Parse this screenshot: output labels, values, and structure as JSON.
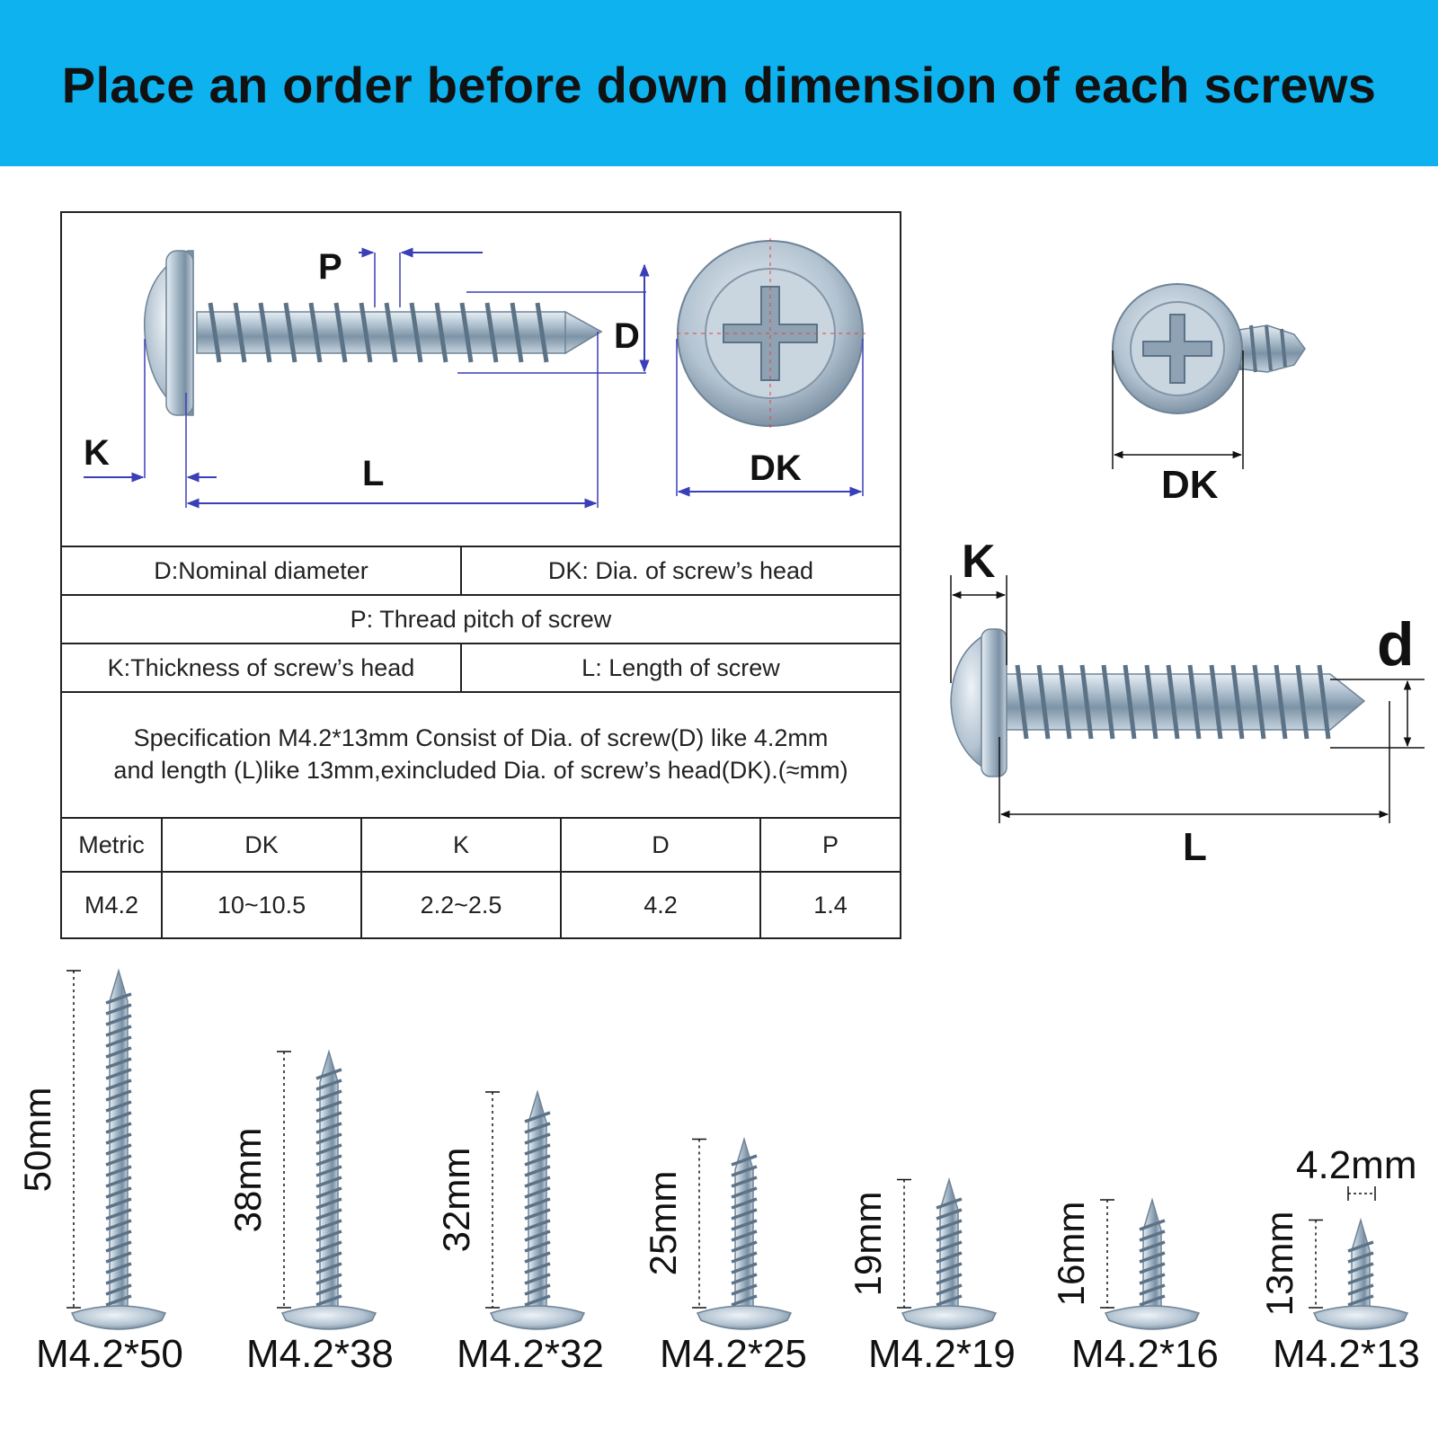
{
  "banner": {
    "title": "Place an order before down dimension of each screws",
    "color": "#0db2ef"
  },
  "diagram_labels": {
    "P": "P",
    "D": "D",
    "K": "K",
    "L": "L",
    "DK": "DK"
  },
  "legend": {
    "d": "D:Nominal diameter",
    "dk": "DK: Dia. of screw’s head",
    "p": "P:  Thread pitch of screw",
    "k": "K:Thickness of screw’s head",
    "l": "L: Length of screw"
  },
  "note": {
    "line1": "Specification M4.2*13mm Consist of Dia. of screw(D) like 4.2mm",
    "line2": "and length (L)like 13mm,exincluded Dia. of screw’s head(DK).(≈mm)"
  },
  "spec_table": {
    "headers": [
      "Metric",
      "DK",
      "K",
      "D",
      "P"
    ],
    "row": [
      "M4.2",
      "10~10.5",
      "2.2~2.5",
      "4.2",
      "1.4"
    ]
  },
  "right_labels": {
    "DK": "DK",
    "K": "K",
    "d": "d",
    "L": "L"
  },
  "sizes": [
    {
      "name": "M4.2*50",
      "length": "50mm"
    },
    {
      "name": "M4.2*38",
      "length": "38mm"
    },
    {
      "name": "M4.2*32",
      "length": "32mm"
    },
    {
      "name": "M4.2*25",
      "length": "25mm"
    },
    {
      "name": "M4.2*19",
      "length": "19mm"
    },
    {
      "name": "M4.2*16",
      "length": "16mm"
    },
    {
      "name": "M4.2*13",
      "length": "13mm"
    }
  ],
  "diameter_label": "4.2mm",
  "icons": [
    "screw-side-icon",
    "screw-head-icon",
    "phillips-cross-icon"
  ]
}
